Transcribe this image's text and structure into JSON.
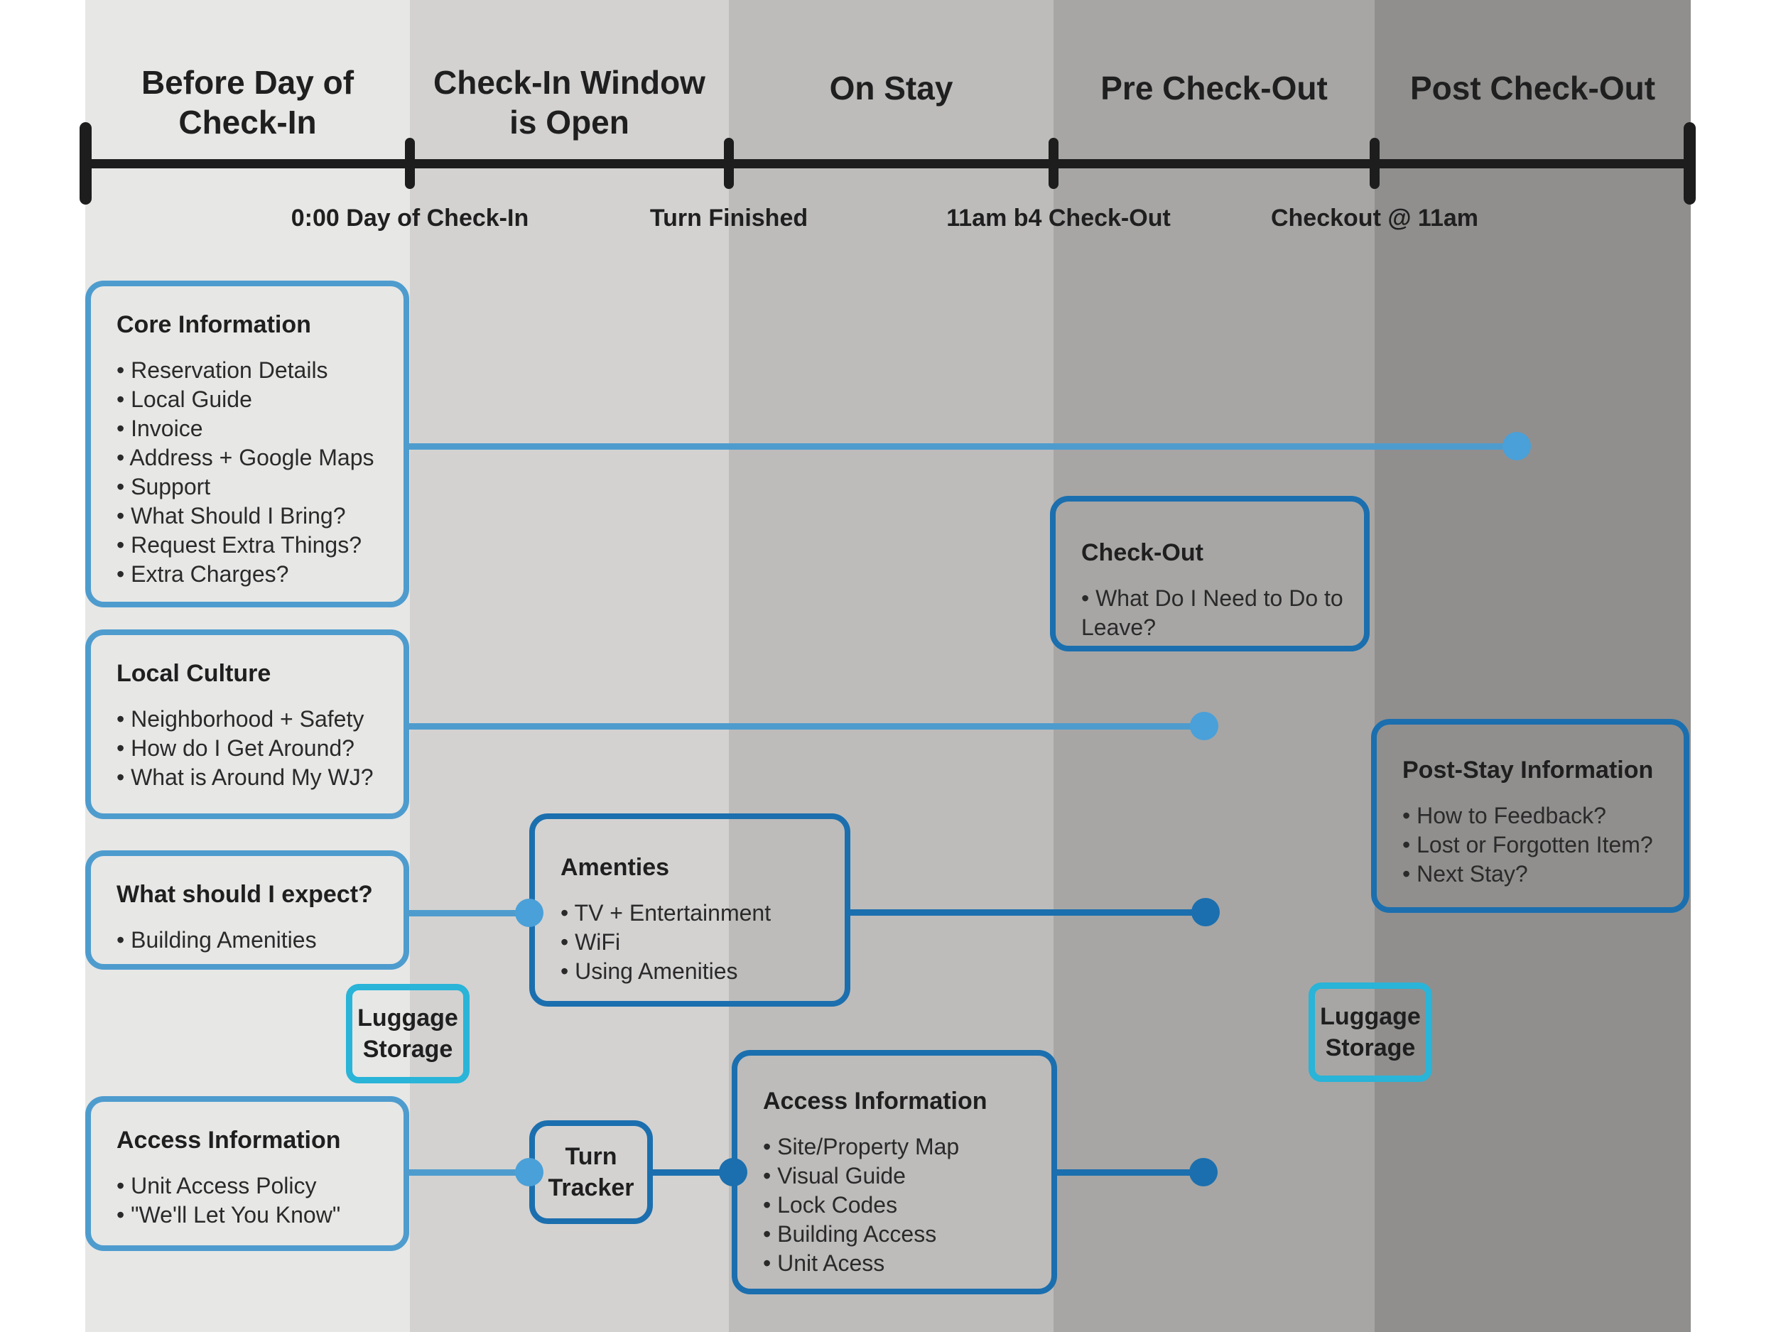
{
  "palette": {
    "light_blue": "#4e9cce",
    "dark_blue": "#1b6fae",
    "cyan": "#29b4d8",
    "timeline_black": "#1d1d1d",
    "column_grays": [
      "#e7e7e6",
      "#d3d2d1",
      "#bdbcbb",
      "#a7a6a5",
      "#908f8e"
    ]
  },
  "columns": [
    {
      "label": "Before Day of\nCheck-In"
    },
    {
      "label": "Check-In Window\nis Open"
    },
    {
      "label": "On Stay"
    },
    {
      "label": "Pre Check-Out"
    },
    {
      "label": "Post Check-Out"
    }
  ],
  "timeline": {
    "milestones": [
      "0:00 Day of Check-In",
      "Turn Finished",
      "11am b4 Check-Out",
      "Checkout @ 11am"
    ]
  },
  "boxes": {
    "core_info": {
      "title": "Core Information",
      "items": [
        "Reservation Details",
        "Local Guide",
        "Invoice",
        "Address + Google Maps",
        "Support",
        "What Should I Bring?",
        "Request Extra Things?",
        "Extra Charges?"
      ]
    },
    "local_culture": {
      "title": "Local Culture",
      "items": [
        "Neighborhood + Safety",
        "How do I Get Around?",
        "What is Around My WJ?"
      ]
    },
    "expectations": {
      "title": "What should I expect?",
      "items": [
        "Building Amenities"
      ]
    },
    "access_left": {
      "title": "Access Information",
      "items": [
        "Unit Access Policy",
        "\"We'll Let You Know\""
      ]
    },
    "amenities": {
      "title": "Amenties",
      "items": [
        "TV + Entertainment",
        "WiFi",
        "Using Amenities"
      ]
    },
    "turn_tracker": {
      "title": "Turn Tracker"
    },
    "access_mid": {
      "title": "Access Information",
      "items": [
        "Site/Property Map",
        "Visual Guide",
        "Lock Codes",
        "Building Access",
        "Unit Acess"
      ]
    },
    "check_out": {
      "title": "Check-Out",
      "items": [
        "What Do I Need to Do to Leave?"
      ]
    },
    "post_stay": {
      "title": "Post-Stay Information",
      "items": [
        "How to Feedback?",
        "Lost or Forgotten Item?",
        "Next Stay?"
      ]
    },
    "luggage_left": {
      "title": "Luggage Storage"
    },
    "luggage_right": {
      "title": "Luggage Storage"
    }
  }
}
